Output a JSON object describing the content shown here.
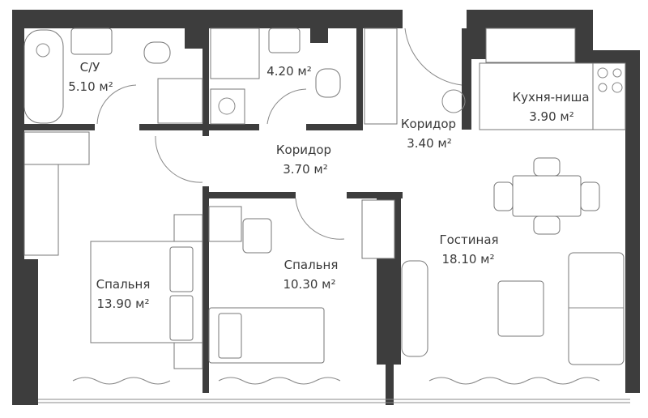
{
  "plan": {
    "wall_color": "#3d3d3d",
    "rooms": [
      {
        "name": "С/У",
        "area": "5.10 м²"
      },
      {
        "name": "",
        "area": "4.20 м²"
      },
      {
        "name": "Коридор",
        "area": "3.70 м²"
      },
      {
        "name": "Коридор",
        "area": "3.40 м²"
      },
      {
        "name": "Кухня-ниша",
        "area": "3.90 м²"
      },
      {
        "name": "Спальня",
        "area": "13.90 м²"
      },
      {
        "name": "Спальня",
        "area": "10.30 м²"
      },
      {
        "name": "Гостиная",
        "area": "18.10 м²"
      }
    ]
  }
}
